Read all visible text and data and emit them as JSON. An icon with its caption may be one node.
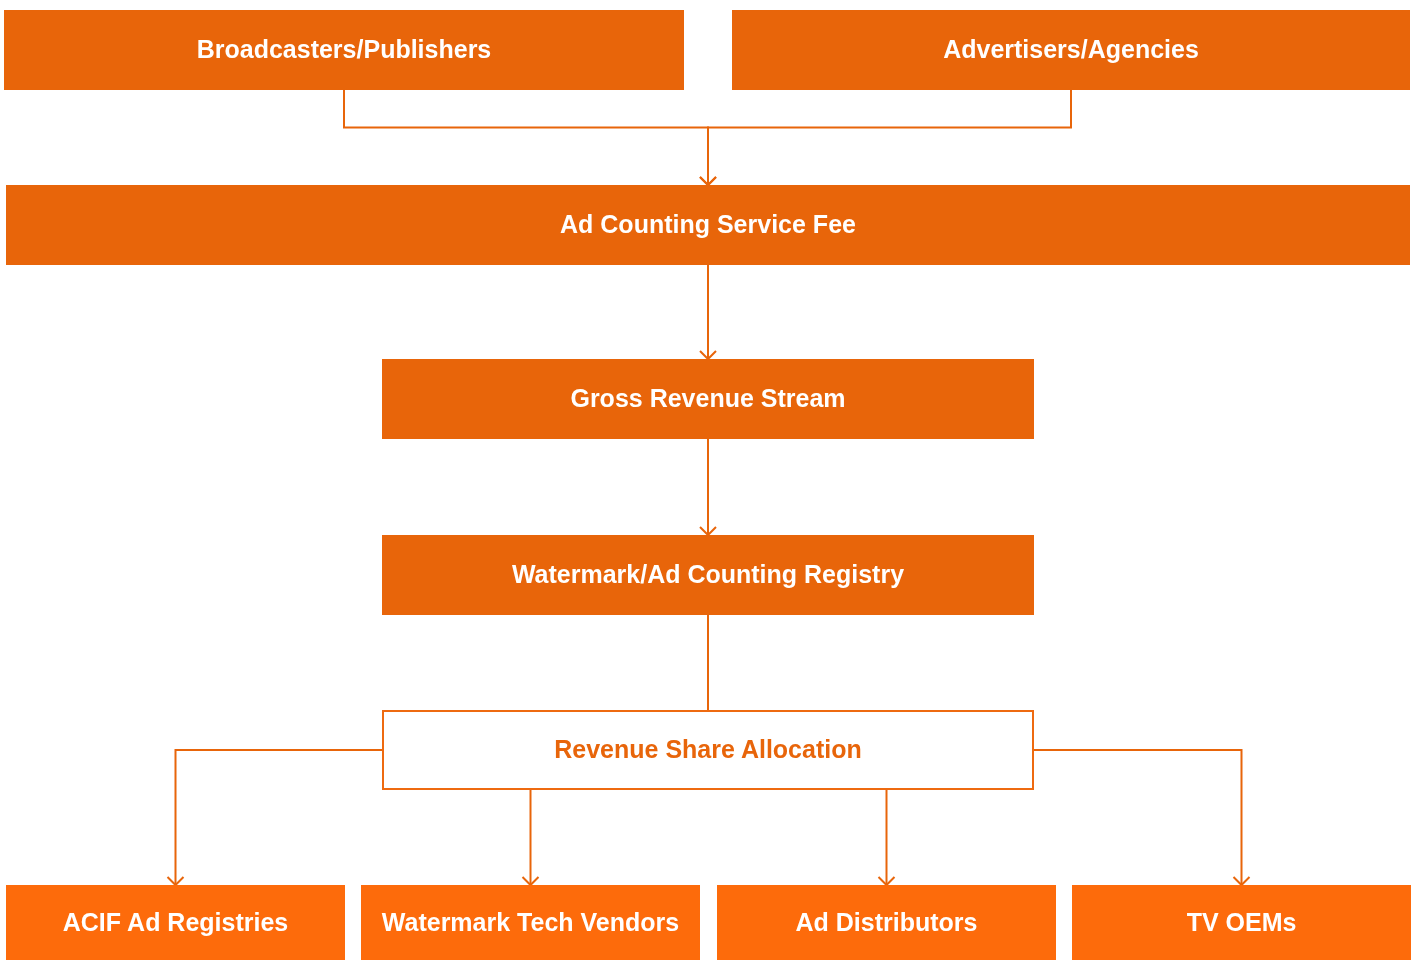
{
  "diagram": {
    "nodes": [
      {
        "text": [
          "Broadcasters/Publishers"
        ]
      },
      {
        "text": [
          "Advertisers/Agencies"
        ]
      },
      {
        "text": [
          "Ad Counting Service Fee"
        ]
      },
      {
        "text": [
          "Gross Revenue Stream"
        ]
      },
      {
        "text": [
          "Watermark/Ad Counting Registry"
        ]
      },
      {
        "text": [
          "Revenue Share Allocation"
        ]
      },
      {
        "text": [
          "ACIF Ad Registries"
        ]
      },
      {
        "text": [
          "Watermark Tech Vendors"
        ]
      },
      {
        "text": [
          "Ad Distributors"
        ]
      },
      {
        "text": [
          "TV OEMs"
        ]
      }
    ],
    "edges": [
      {
        "from": 0,
        "to": 2,
        "arrow": "to"
      },
      {
        "from": 1,
        "to": 2,
        "arrow": "to"
      },
      {
        "from": 2,
        "to": 3,
        "arrow": "to"
      },
      {
        "from": 3,
        "to": 4,
        "arrow": "to"
      },
      {
        "from": 4,
        "to": 5,
        "arrow": "none"
      },
      {
        "from": 5,
        "to": 6,
        "arrow": "to"
      },
      {
        "from": 5,
        "to": 7,
        "arrow": "to"
      },
      {
        "from": 5,
        "to": 8,
        "arrow": "to"
      },
      {
        "from": 5,
        "to": 9,
        "arrow": "to"
      }
    ]
  }
}
